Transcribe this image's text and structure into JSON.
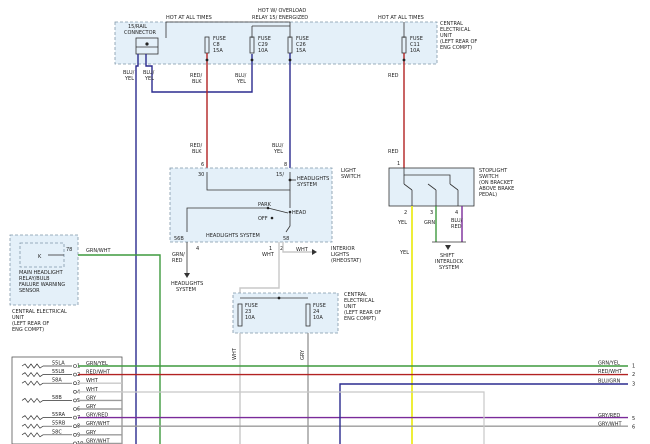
{
  "central_unit_top": {
    "label": [
      "CENTRAL",
      "ELECTRICAL",
      "UNIT",
      "(LEFT REAR OF",
      "ENG COMPT)"
    ],
    "hot1": "HOT AT ALL TIMES",
    "hot2": [
      "HOT W/ OVERLOAD",
      "RELAY 15/ ENERGIZED"
    ],
    "hot3": "HOT AT ALL TIMES",
    "connector": [
      "15/RAIL",
      "CONNECTOR"
    ],
    "fuses": [
      {
        "label": "FUSE",
        "name": "C8",
        "amps": "15A"
      },
      {
        "label": "FUSE",
        "name": "C29",
        "amps": "10A"
      },
      {
        "label": "FUSE",
        "name": "C26",
        "amps": "15A"
      },
      {
        "label": "FUSE",
        "name": "C11",
        "amps": "10A"
      }
    ]
  },
  "wire_labels": {
    "blu_yel_1": [
      "BLU/",
      "YEL"
    ],
    "blu_yel_2": [
      "BLU/",
      "YEL"
    ],
    "red_blk_1": [
      "RED/",
      "BLK"
    ],
    "blu_yel_3": [
      "BLU/",
      "YEL"
    ],
    "red_1": "RED",
    "red_blk_2": [
      "RED/",
      "BLK"
    ],
    "blu_yel_4": [
      "BLU/",
      "YEL"
    ],
    "red_2": "RED",
    "grn_wht": "GRN/WHT",
    "grn_red": [
      "GRN/",
      "RED"
    ],
    "wht_1": "WHT",
    "wht_2": "WHT",
    "yel_1": "YEL",
    "grn_1": "GRN",
    "blu_red": [
      "BLU/",
      "RED"
    ],
    "yel_2": "YEL",
    "wht_v": "WHT",
    "gry_v": "GRY"
  },
  "light_switch": {
    "label": [
      "LIGHT",
      "SWITCH"
    ],
    "pin30": "30",
    "pin15": "15/",
    "headlights_system": [
      "HEADLIGHTS",
      "SYSTEM"
    ],
    "park": "PARK",
    "head": "HEAD",
    "off": "OFF",
    "sub": "HEADLIGHTS SYSTEM",
    "pin56b": "56B",
    "pin58": "58",
    "pin6": "6",
    "pin8": "8",
    "pin4": "4",
    "pin1": "1",
    "pin2": "2"
  },
  "stoplight_switch": {
    "label": [
      "STOPLIGHT",
      "SWITCH",
      "(ON BRACKET",
      "ABOVE BRAKE",
      "PEDAL)"
    ],
    "pin1": "1",
    "pin2": "2",
    "pin3": "3",
    "pin4": "4"
  },
  "shift_interlock": [
    "SHIFT",
    "INTERLOCK",
    "SYSTEM"
  ],
  "interior_lights": [
    "INTERIOR",
    "LIGHTS",
    "(RHEOSTAT)"
  ],
  "headlights_out": [
    "HEADLIGHTS",
    "SYSTEM"
  ],
  "relay": {
    "k": "K",
    "pin": "78",
    "label": [
      "MAIN HEADLIGHT",
      "RELAY/BULB",
      "FAILURE WARNING",
      "SENSOR"
    ]
  },
  "central_unit_left": [
    "CENTRAL ELECTRICAL",
    "UNIT",
    "(LEFT REAR OF",
    "ENG COMPT)"
  ],
  "central_unit_mid": {
    "label": [
      "CENTRAL",
      "ELECTRICAL",
      "UNIT",
      "(LEFT REAR OF",
      "ENG COMPT)"
    ],
    "fuses": [
      {
        "label": "FUSE",
        "name": "23",
        "amps": "10A"
      },
      {
        "label": "FUSE",
        "name": "24",
        "amps": "10A"
      }
    ]
  },
  "bottom_pins": [
    {
      "name": "55LA",
      "wire": "GRN/YEL"
    },
    {
      "name": "55LB",
      "wire": "RED/WHT"
    },
    {
      "name": "58A",
      "wire": "WHT"
    },
    {
      "name": "",
      "wire": "WHT"
    },
    {
      "name": "58B",
      "wire": "GRY"
    },
    {
      "name": "",
      "wire": "GRY"
    },
    {
      "name": "55RA",
      "wire": "GRY/RED"
    },
    {
      "name": "55RB",
      "wire": "GRY/WHT"
    },
    {
      "name": "58C",
      "wire": "GRY"
    },
    {
      "name": "",
      "wire": "GRY/WHT"
    }
  ],
  "right_outputs": [
    {
      "wire": "GRN/YEL",
      "num": "1"
    },
    {
      "wire": "RED/WHT",
      "num": "2"
    },
    {
      "wire": "BLU/GRN",
      "num": "3"
    },
    {
      "wire": "GRY/RED",
      "num": "5"
    },
    {
      "wire": "GRY/WHT",
      "num": "6"
    }
  ],
  "colors": {
    "red": "#b22222",
    "navy": "#2b2b8f",
    "green": "#3f9a3f",
    "yellow": "#ecec23",
    "purple": "#7a2a9a",
    "gray": "#9b9b9b",
    "white_wire": "#c8c8c8",
    "black": "#333333",
    "box_fill": "#e4f0f9"
  }
}
